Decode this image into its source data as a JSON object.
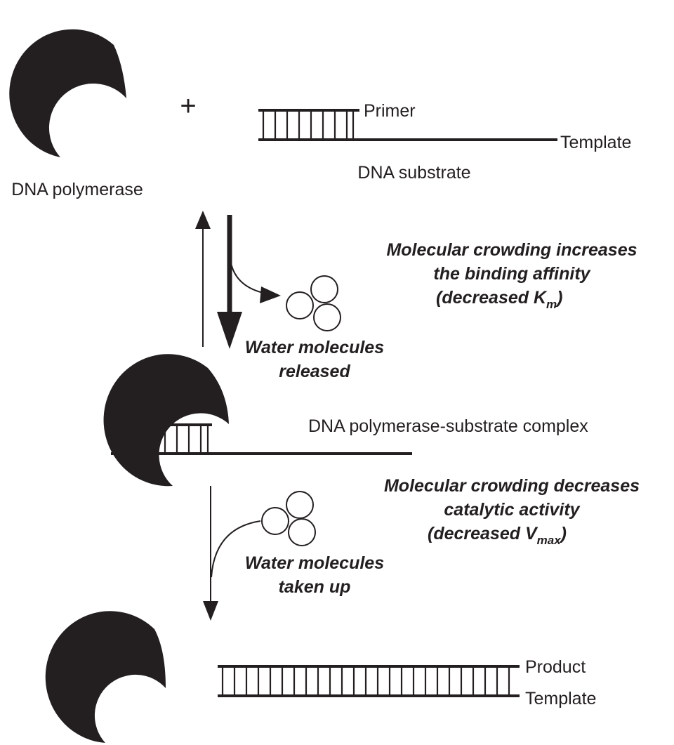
{
  "colors": {
    "ink": "#231f20",
    "background": "#ffffff"
  },
  "labels": {
    "plus": "+",
    "polymerase": "DNA polymerase",
    "primer": "Primer",
    "template": "Template",
    "substrate": "DNA substrate",
    "complex": "DNA polymerase-substrate complex",
    "product": "Product",
    "product_template": "Template"
  },
  "step1": {
    "line1": "Molecular crowding increases",
    "line2": "the binding affinity",
    "line3_prefix": "(decreased K",
    "line3_sub": "m",
    "line3_suffix": ")",
    "water_line1": "Water molecules",
    "water_line2": "released"
  },
  "step2": {
    "line1": "Molecular crowding decreases",
    "line2": "catalytic activity",
    "line3_prefix": "(decreased V",
    "line3_sub": "max",
    "line3_suffix": ")",
    "water_line1": "Water molecules",
    "water_line2": "taken up"
  },
  "icons": [
    "polymerase-crescent-icon",
    "water-molecules-icon",
    "forward-arrow-icon",
    "reverse-arrow-icon"
  ]
}
